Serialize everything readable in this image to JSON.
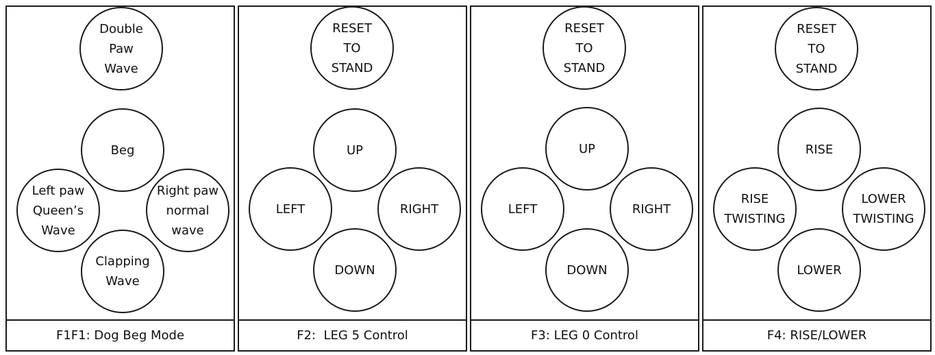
{
  "panels": [
    {
      "caption": "F1F1: Dog Beg Mode",
      "buttons": {
        "top": "Double\nPaw\nWave",
        "up": "Beg",
        "left": "Left paw\nQueen’s\nWave",
        "right": "Right paw\nnormal\nwave",
        "down": "Clapping\nWave"
      }
    },
    {
      "caption": "F2:  LEG 5 Control",
      "buttons": {
        "top": "RESET\nTO\nSTAND",
        "up": "UP",
        "left": "LEFT",
        "right": "RIGHT",
        "down": "DOWN"
      }
    },
    {
      "caption": "F3: LEG 0 Control",
      "buttons": {
        "top": "RESET\nTO\nSTAND",
        "up": "UP",
        "left": "LEFT",
        "right": "RIGHT",
        "down": "DOWN"
      }
    },
    {
      "caption": "F4: RISE/LOWER",
      "buttons": {
        "top": "RESET\nTO\nSTAND",
        "up": "RISE",
        "left": "RISE\nTWISTING",
        "right": "LOWER\nTWISTING",
        "down": "LOWER"
      }
    }
  ]
}
